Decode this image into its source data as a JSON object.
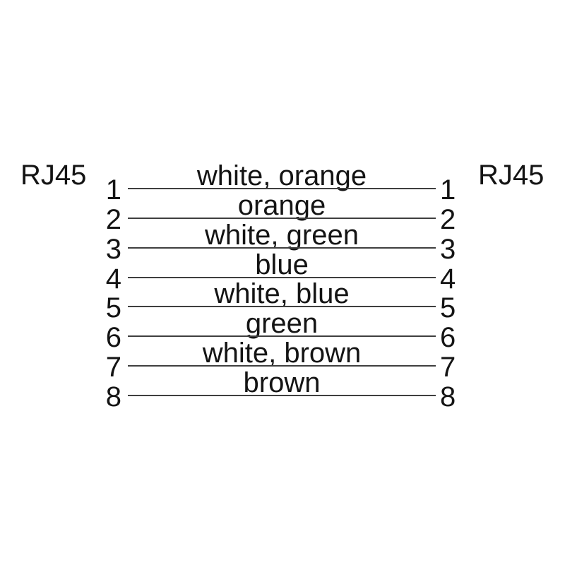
{
  "connectors": {
    "left": "RJ45",
    "right": "RJ45"
  },
  "rows": [
    {
      "pin_left": "1",
      "wire_color": "white, orange",
      "pin_right": "1"
    },
    {
      "pin_left": "2",
      "wire_color": "orange",
      "pin_right": "2"
    },
    {
      "pin_left": "3",
      "wire_color": "white, green",
      "pin_right": "3"
    },
    {
      "pin_left": "4",
      "wire_color": "blue",
      "pin_right": "4"
    },
    {
      "pin_left": "5",
      "wire_color": "white, blue",
      "pin_right": "5"
    },
    {
      "pin_left": "6",
      "wire_color": "green",
      "pin_right": "6"
    },
    {
      "pin_left": "7",
      "wire_color": "white, brown",
      "pin_right": "7"
    },
    {
      "pin_left": "8",
      "wire_color": "brown",
      "pin_right": "8"
    }
  ],
  "colors": {
    "background": "#ffffff",
    "text": "#141414",
    "wire_line": "#3f3f3f"
  }
}
